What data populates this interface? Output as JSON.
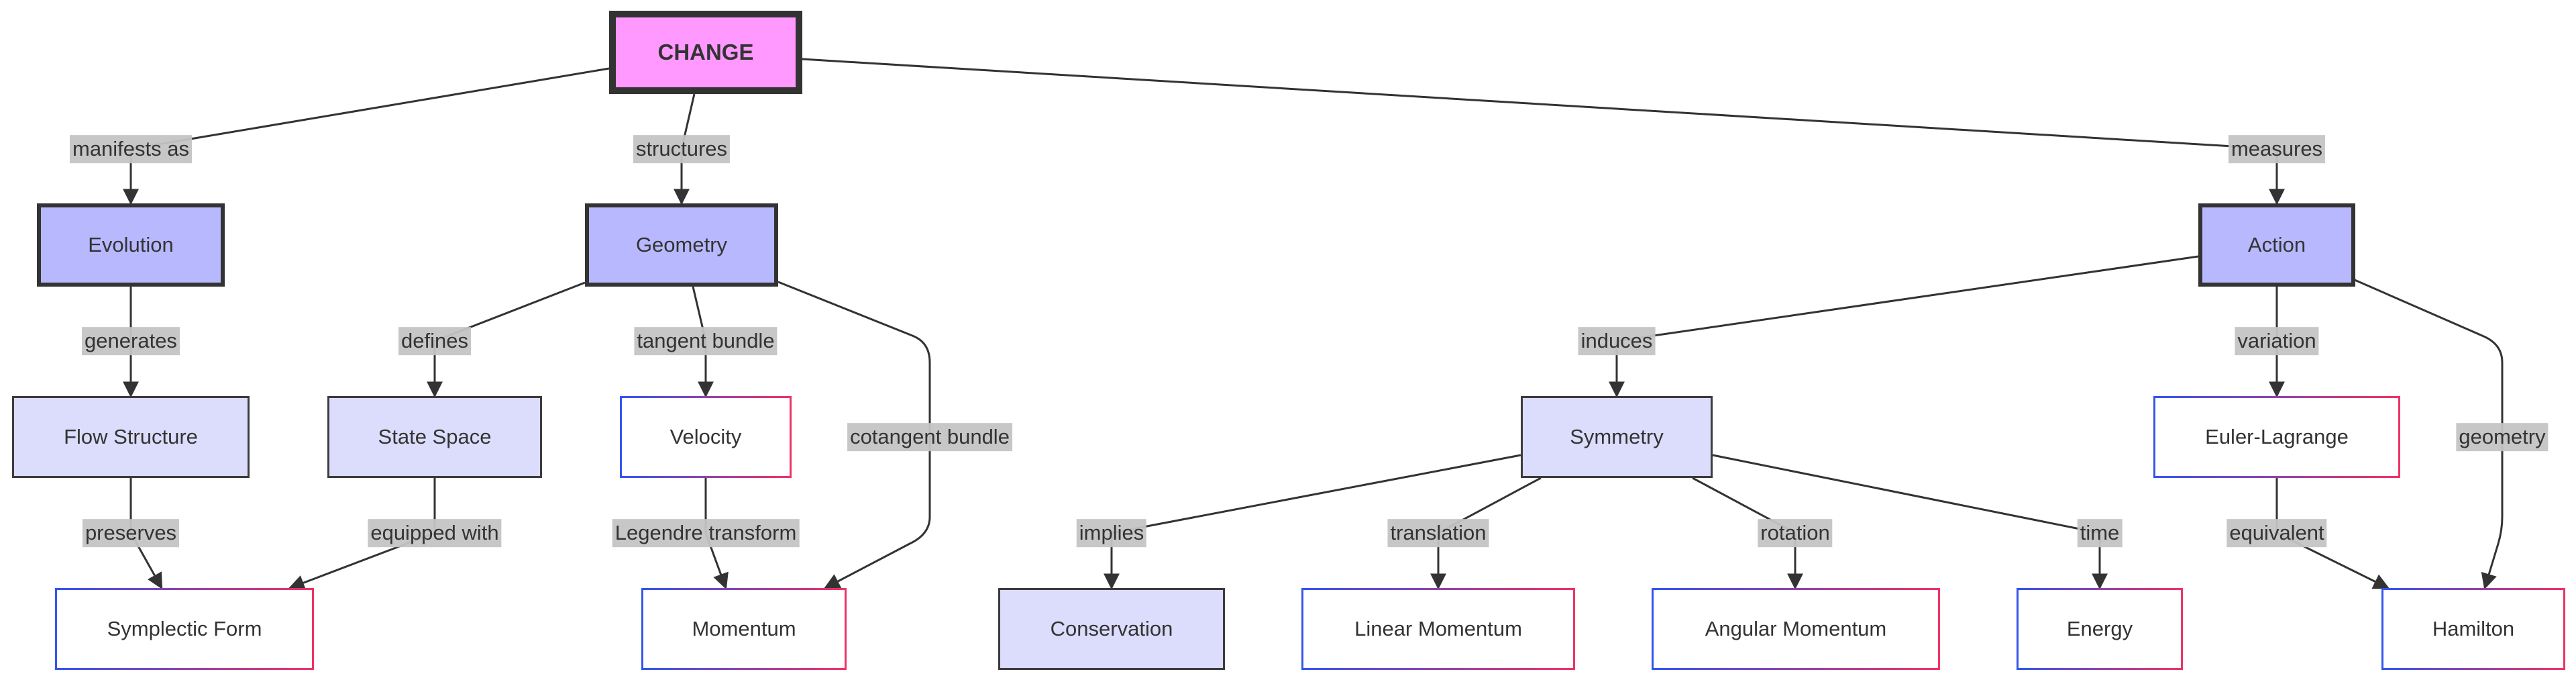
{
  "nodes": {
    "change": "CHANGE",
    "evolution": "Evolution",
    "geometry": "Geometry",
    "action": "Action",
    "flow_structure": "Flow Structure",
    "state_space": "State Space",
    "velocity": "Velocity",
    "symmetry": "Symmetry",
    "euler_lagrange": "Euler-Lagrange",
    "symplectic_form": "Symplectic Form",
    "momentum": "Momentum",
    "conservation": "Conservation",
    "linear_momentum": "Linear Momentum",
    "angular_momentum": "Angular Momentum",
    "energy": "Energy",
    "hamilton": "Hamilton"
  },
  "edges": {
    "manifests_as": "manifests as",
    "structures": "structures",
    "measures": "measures",
    "generates": "generates",
    "defines": "defines",
    "tangent_bundle": "tangent bundle",
    "cotangent_bundle": "cotangent bundle",
    "induces": "induces",
    "variation": "variation",
    "geometry": "geometry",
    "preserves": "preserves",
    "equipped_with": "equipped with",
    "legendre_transform": "Legendre transform",
    "implies": "implies",
    "translation": "translation",
    "rotation": "rotation",
    "time": "time",
    "equivalent": "equivalent"
  },
  "colors": {
    "root": "#ff99ff",
    "main": "#b8b8ff",
    "secondary": "#dcdcfc",
    "leaf_border_start": "#3355ee",
    "leaf_border_end": "#ee3366",
    "edge": "#333333",
    "label_bg": "#c4c4c4"
  }
}
